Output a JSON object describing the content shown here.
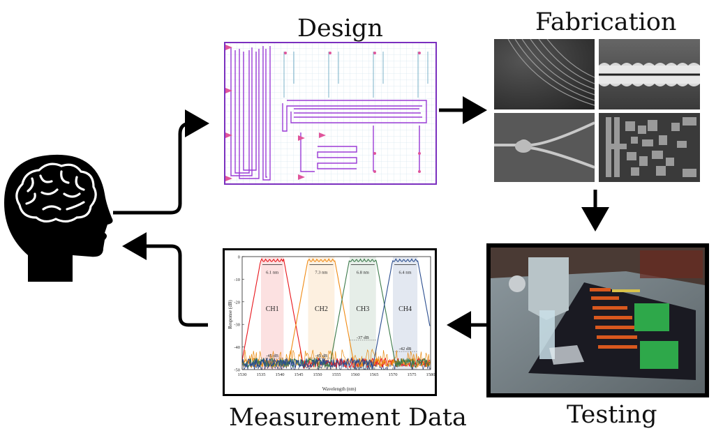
{
  "stages": {
    "design": "Design",
    "fabrication": "Fabrication",
    "testing": "Testing",
    "measurement": "Measurement Data"
  },
  "colors": {
    "arrow": "#000000",
    "layout_border": "#7a2fbf",
    "layout_metal": "#9b3bd6",
    "layout_pink": "#e0559b",
    "layout_grid": "#d8e8f0",
    "ch1": "#e8151b",
    "ch2": "#f08a12",
    "ch3": "#3b7a4a",
    "ch4": "#2a4d8f",
    "noise_orange": "#e88a10",
    "noise_blue": "#2a3f7a"
  },
  "icons": [
    "head-brain-icon"
  ],
  "chart_data": {
    "type": "line",
    "xlabel": "Wavelength (nm)",
    "ylabel": "Response (dB)",
    "xlim": [
      1530,
      1580
    ],
    "ylim": [
      -50,
      0
    ],
    "x_ticks": [
      "1530",
      "1535",
      "1540",
      "1545",
      "1550",
      "1555",
      "1560",
      "1565",
      "1570",
      "1575",
      "1580"
    ],
    "y_ticks": [
      "0",
      "-10",
      "-20",
      "-30",
      "-40",
      "-50"
    ],
    "series": [
      {
        "name": "CH1",
        "color": "#e8151b",
        "center": 1538,
        "bandwidth": "6.1 nm",
        "floor": "-45 dB",
        "passband": [
          1535.0,
          1541.0
        ]
      },
      {
        "name": "CH2",
        "color": "#f08a12",
        "center": 1551,
        "bandwidth": "7.3 nm",
        "floor": "-45 dB",
        "passband": [
          1547.5,
          1554.5
        ]
      },
      {
        "name": "CH3",
        "color": "#3b7a4a",
        "center": 1562,
        "bandwidth": "6.8 nm",
        "floor": "-37 dB",
        "passband": [
          1558.5,
          1565.5
        ]
      },
      {
        "name": "CH4",
        "color": "#2a4d8f",
        "center": 1573,
        "bandwidth": "6.4 nm",
        "floor": "-42 dB",
        "passband": [
          1570.0,
          1576.5
        ]
      }
    ]
  }
}
